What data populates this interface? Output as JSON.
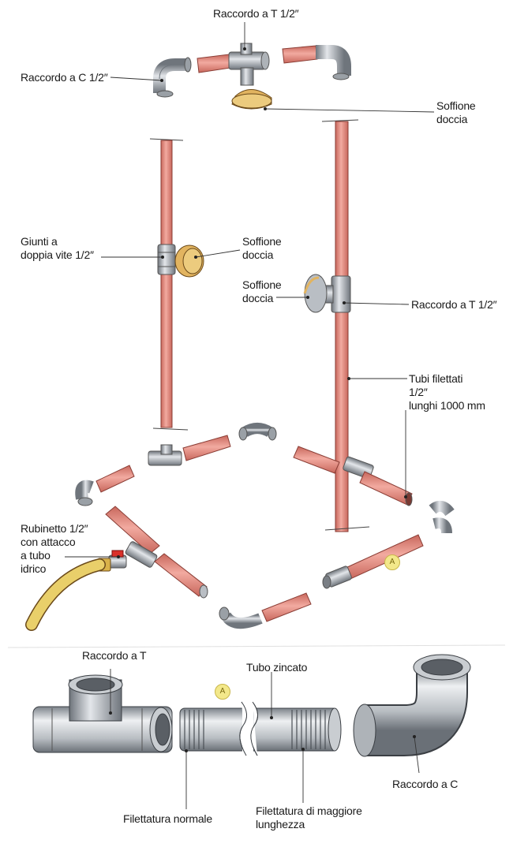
{
  "labels": {
    "raccordo_t_top": "Raccordo a T 1/2″",
    "raccordo_c_top": "Raccordo a C 1/2″",
    "soffione_top": "Soffione\ndoccia",
    "giunti": "Giunti a\ndoppia vite 1/2″",
    "soffione_left": "Soffione\ndoccia",
    "soffione_right": "Soffione\ndoccia",
    "raccordo_t_right": "Raccordo a T 1/2″",
    "tubi_filettati": "Tubi filettati\n1/2″\nlunghi 1000 mm",
    "rubinetto": "Rubinetto 1/2″\ncon attacco\na tubo\nidrico",
    "raccordo_t_detail": "Raccordo a T",
    "tubo_zincato": "Tubo zincato",
    "raccordo_c_detail": "Raccordo a C",
    "filettatura_normale": "Filettatura normale",
    "filettatura_maggiore": "Filettatura di maggiore\nlunghezza"
  },
  "badges": {
    "a1": "A",
    "a2": "A"
  },
  "colors": {
    "pipe": "#e8958a",
    "pipe_dark": "#c8675c",
    "metal": "#b9bec4",
    "metal_dark": "#6f757c",
    "hose": "#e9cf6a",
    "valve": "#d9302a",
    "shower_head": "#e2b460"
  }
}
